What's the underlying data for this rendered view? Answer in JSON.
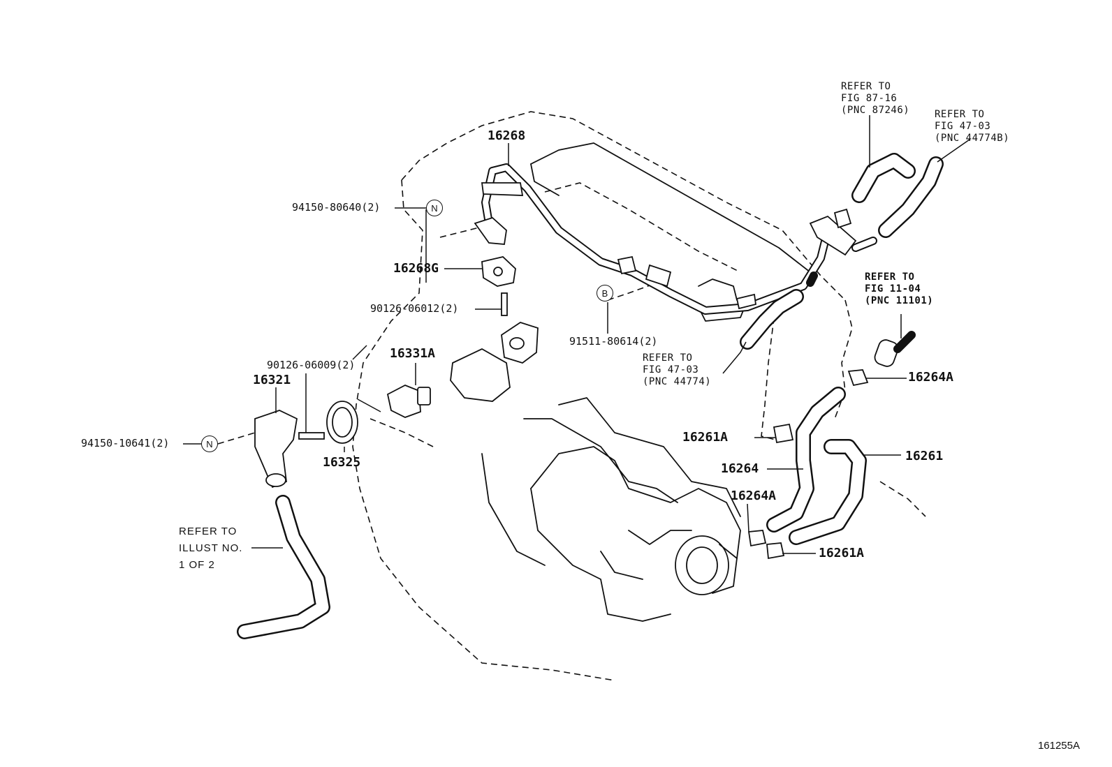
{
  "diagram": {
    "parts": {
      "p16268": "16268",
      "p94150_80640": "94150-80640(2)",
      "p16268G": "16268G",
      "p90126_06012": "90126-06012(2)",
      "p91511_80614": "91511-80614(2)",
      "p90126_06009": "90126-06009(2)",
      "p16331A": "16331A",
      "p16321": "16321",
      "p94150_10641": "94150-10641(2)",
      "p16325": "16325",
      "p16264A_top": "16264A",
      "p16261A_mid": "16261A",
      "p16264": "16264",
      "p16261": "16261",
      "p16264A_low": "16264A",
      "p16261A_low": "16261A"
    },
    "badges": {
      "n1": "N",
      "n2": "N",
      "b": "B"
    },
    "refs": {
      "fig87": "REFER TO\nFIG 87-16\n(PNC 87246)",
      "fig47_top": "REFER TO\nFIG 47-03\n(PNC 44774B)",
      "fig11": "REFER TO\nFIG 11-04\n(PNC 11101)",
      "fig47_mid": "REFER TO\nFIG 47-03\n(PNC 44774)",
      "illust": "REFER TO\nILLUST NO.\n1 OF 2"
    },
    "drawing_code": "161255A"
  }
}
